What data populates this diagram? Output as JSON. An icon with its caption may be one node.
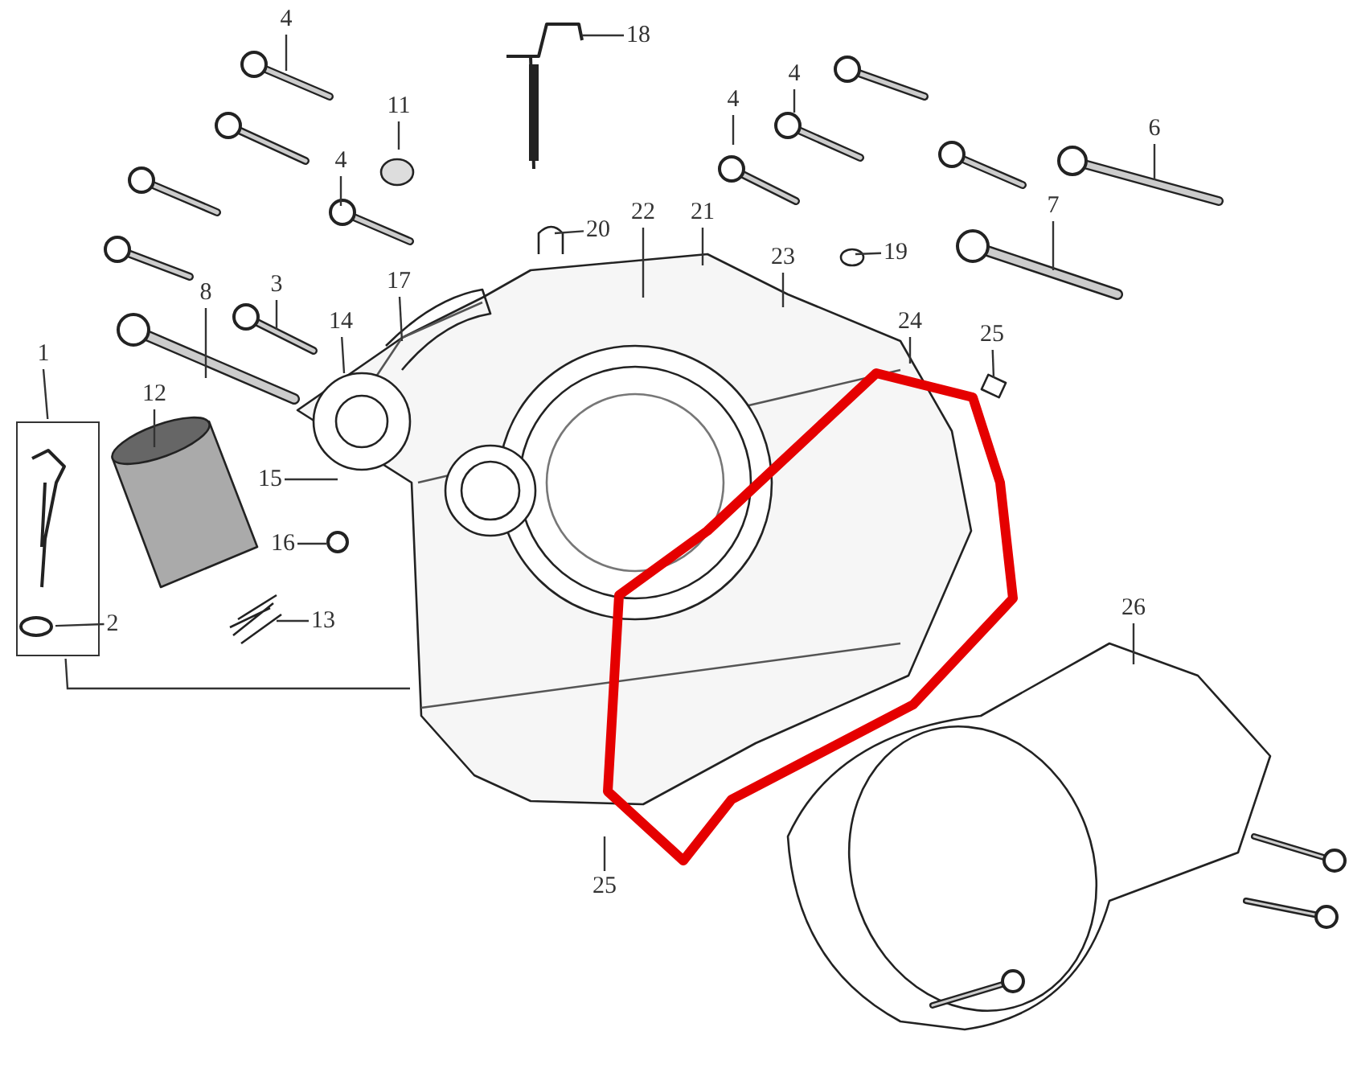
{
  "diagram": {
    "nodes": [
      {
        "text": [
          "4"
        ]
      },
      {
        "text": [
          "18"
        ]
      },
      {
        "text": [
          "4"
        ]
      },
      {
        "text": [
          "4"
        ]
      },
      {
        "text": [
          "11"
        ]
      },
      {
        "text": [
          "6"
        ]
      },
      {
        "text": [
          "4"
        ]
      },
      {
        "text": [
          "7"
        ]
      },
      {
        "text": [
          "22"
        ]
      },
      {
        "text": [
          "21"
        ]
      },
      {
        "text": [
          "20"
        ]
      },
      {
        "text": [
          "19"
        ]
      },
      {
        "text": [
          "23"
        ]
      },
      {
        "text": [
          "3"
        ]
      },
      {
        "text": [
          "17"
        ]
      },
      {
        "text": [
          "8"
        ]
      },
      {
        "text": [
          "14"
        ]
      },
      {
        "text": [
          "24"
        ]
      },
      {
        "text": [
          "25"
        ]
      },
      {
        "text": [
          "1"
        ]
      },
      {
        "text": [
          "12"
        ]
      },
      {
        "text": [],
        "shape": "box"
      },
      {
        "text": [
          "15"
        ]
      },
      {
        "text": [
          "16"
        ]
      },
      {
        "text": [
          "26"
        ]
      },
      {
        "text": [
          "13"
        ]
      },
      {
        "text": [
          "2"
        ]
      },
      {
        "text": [
          "25"
        ]
      },
      {
        "text": [],
        "shape": "circle",
        "in": 21
      }
    ],
    "edges": [
      {
        "from": 0,
        "to": null,
        "arrow": "none"
      },
      {
        "from": 1,
        "to": null,
        "arrow": "none"
      },
      {
        "from": 2,
        "to": null,
        "arrow": "none"
      },
      {
        "from": 3,
        "to": null,
        "arrow": "none"
      },
      {
        "from": 4,
        "to": null,
        "arrow": "none"
      },
      {
        "from": 5,
        "to": null,
        "arrow": "none"
      },
      {
        "from": 6,
        "to": null,
        "arrow": "none"
      },
      {
        "from": 7,
        "to": null,
        "arrow": "none"
      },
      {
        "from": 8,
        "to": null,
        "arrow": "none"
      },
      {
        "from": 9,
        "to": null,
        "arrow": "none"
      },
      {
        "from": 10,
        "to": null,
        "arrow": "none"
      },
      {
        "from": 11,
        "to": null,
        "arrow": "none"
      },
      {
        "from": 12,
        "to": null,
        "arrow": "none"
      },
      {
        "from": 13,
        "to": null,
        "arrow": "none"
      },
      {
        "from": 14,
        "to": null,
        "arrow": "none"
      },
      {
        "from": 15,
        "to": null,
        "arrow": "none"
      },
      {
        "from": 16,
        "to": null,
        "arrow": "none"
      },
      {
        "from": 17,
        "to": null,
        "arrow": "none"
      },
      {
        "from": 18,
        "to": null,
        "arrow": "none"
      },
      {
        "from": 19,
        "to": 21,
        "arrow": "none"
      },
      {
        "from": 20,
        "to": null,
        "arrow": "none"
      },
      {
        "from": 21,
        "to": null,
        "arrow": "none"
      },
      {
        "from": 22,
        "to": null,
        "arrow": "none"
      },
      {
        "from": 23,
        "to": null,
        "arrow": "none"
      },
      {
        "from": 24,
        "to": null,
        "arrow": "none"
      },
      {
        "from": 25,
        "to": null,
        "arrow": "none"
      },
      {
        "from": 26,
        "to": 28,
        "arrow": "none"
      },
      {
        "from": 27,
        "to": null,
        "arrow": "none"
      }
    ]
  }
}
